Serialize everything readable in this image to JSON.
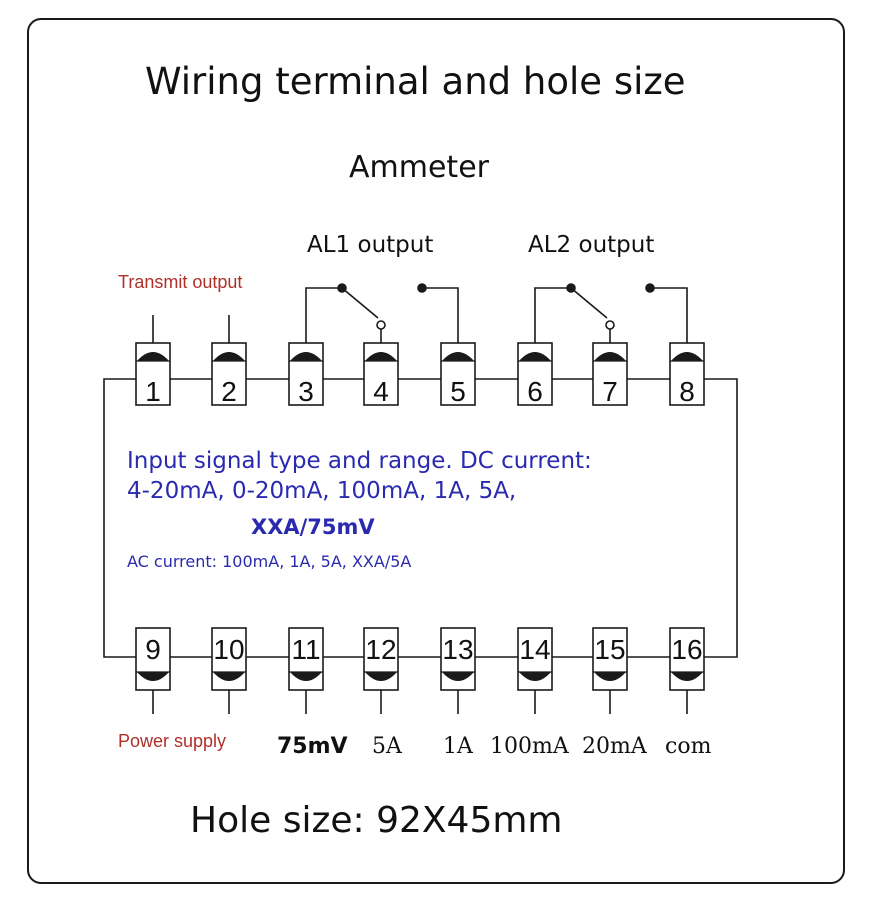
{
  "title": "Wiring terminal and hole size",
  "subtitle": "Ammeter",
  "al1_label": "AL1 output",
  "al2_label": "AL2 output",
  "transmit_label": "Transmit output",
  "terminals_top": [
    "1",
    "2",
    "3",
    "4",
    "5",
    "6",
    "7",
    "8"
  ],
  "terminals_bottom": [
    "9",
    "10",
    "11",
    "12",
    "13",
    "14",
    "15",
    "16"
  ],
  "info": {
    "line1": "Input signal type and range. DC current:",
    "line2": "4-20mA, 0-20mA, 100mA, 1A, 5A,",
    "line3": "XXA/75mV",
    "line4": "AC current: 100mA, 1A, 5A, XXA/5A"
  },
  "power_label": "Power supply",
  "bottom_labels": [
    "75mV",
    "5A",
    "1A",
    "100mA",
    "20mA",
    "com"
  ],
  "hole_size": "Hole size: 92X45mm",
  "colors": {
    "red_label": "#b0302a",
    "blue_text": "#2a2ab0",
    "line": "#1a1a1a"
  }
}
